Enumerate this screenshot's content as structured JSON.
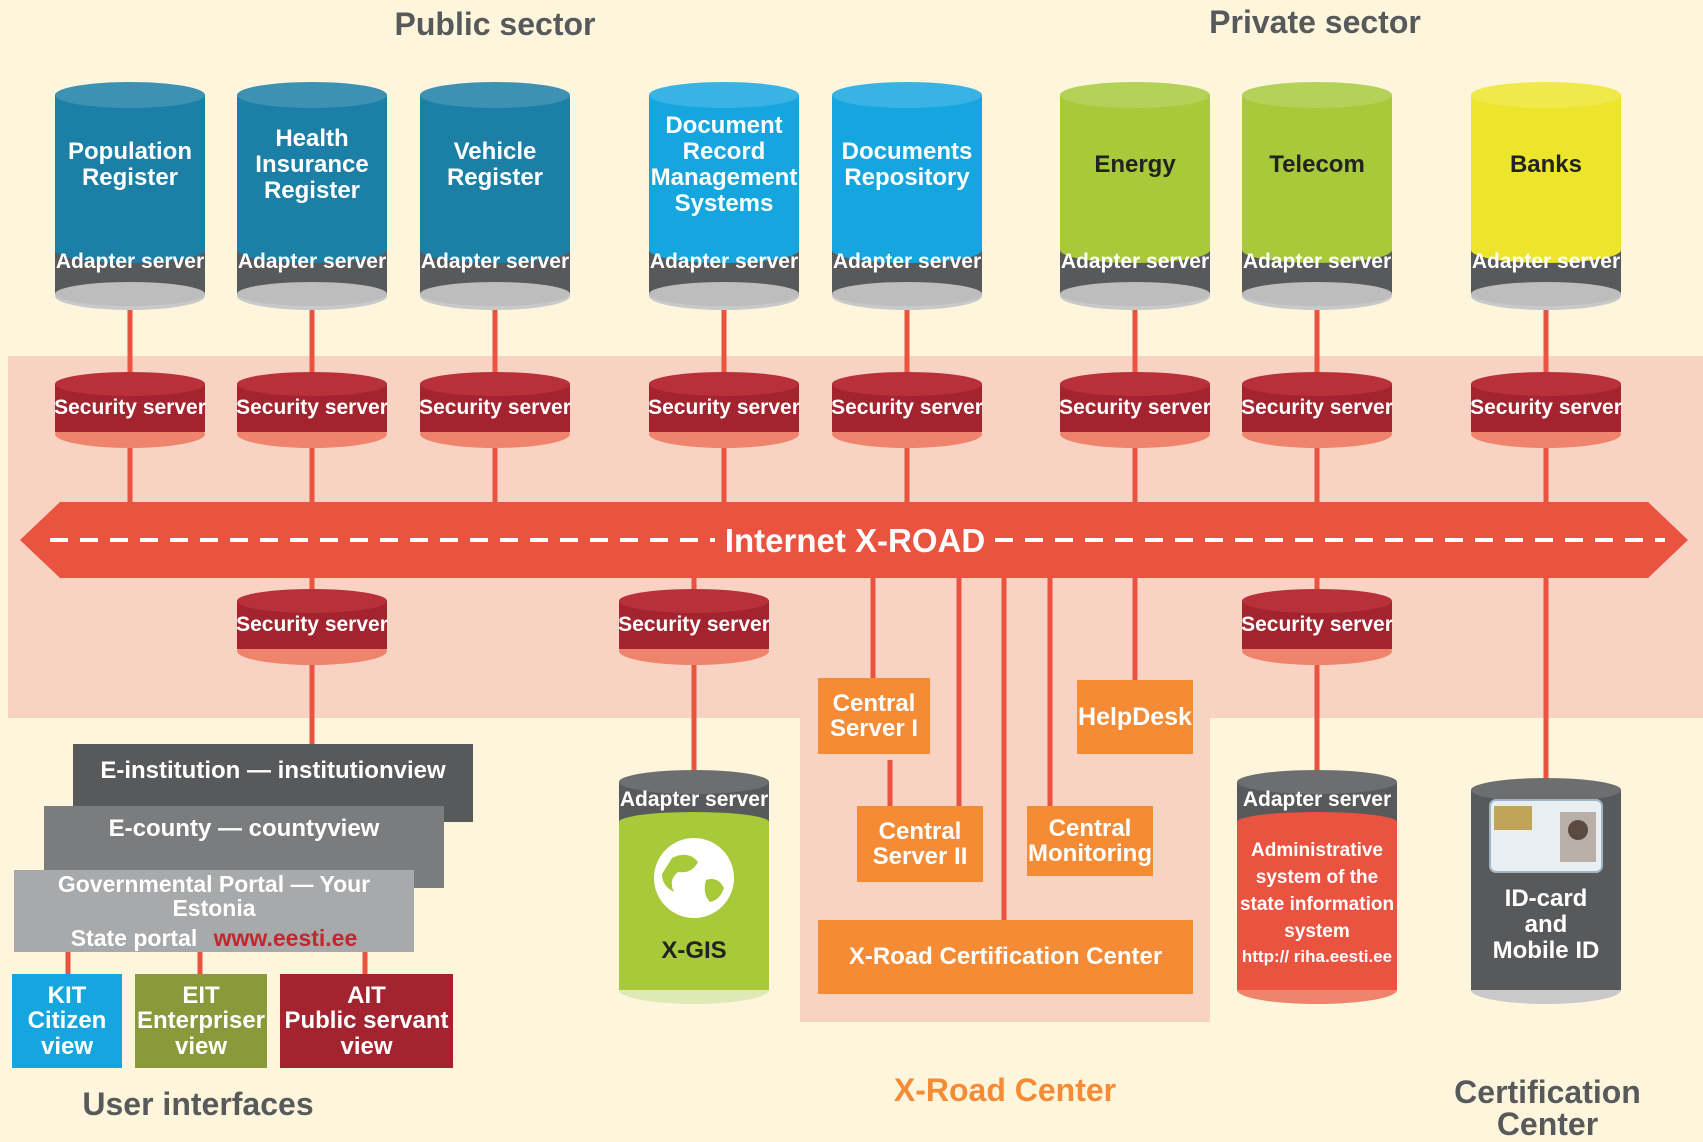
{
  "sections": {
    "public": "Public sector",
    "private": "Private sector",
    "user_interfaces": "User interfaces",
    "xroad_center": "X-Road Center",
    "cert_center": "Certification Center"
  },
  "colors": {
    "background": "#fdf6dc",
    "band": "#f8d3c4",
    "road": "#e9533f",
    "security": "#a3232f",
    "adapter": "#58595b",
    "public_db": "#1b7fa6",
    "doc_db": "#16a6df",
    "private_db": "#a7c93a",
    "banks_db": "#ece52c",
    "center_box": "#f58b35"
  },
  "adapter_label": "Adapter server",
  "security_label": "Security server",
  "road_label": "Internet X-ROAD",
  "databases": [
    {
      "lines": [
        "Population",
        "Register"
      ],
      "kind": "public"
    },
    {
      "lines": [
        "Health",
        "Insurance",
        "Register"
      ],
      "kind": "public"
    },
    {
      "lines": [
        "Vehicle",
        "Register"
      ],
      "kind": "public"
    },
    {
      "lines": [
        "Document",
        "Record",
        "Management",
        "Systems"
      ],
      "kind": "doc"
    },
    {
      "lines": [
        "Documents",
        "Repository"
      ],
      "kind": "doc"
    },
    {
      "lines": [
        "Energy"
      ],
      "kind": "private"
    },
    {
      "lines": [
        "Telecom"
      ],
      "kind": "private"
    },
    {
      "lines": [
        "Banks"
      ],
      "kind": "banks"
    }
  ],
  "portals": {
    "e_institution": "E-institution — institutionview",
    "e_county": "E-county — countyview",
    "gov_portal": "Governmental Portal — Your Estonia",
    "state_portal": "State portal",
    "state_portal_url": "www.eesti.ee"
  },
  "views": [
    {
      "abbr": "KIT",
      "lines": [
        "Citizen",
        "view"
      ]
    },
    {
      "abbr": "EIT",
      "lines": [
        "Enterpriser",
        "view"
      ]
    },
    {
      "abbr": "AIT",
      "lines": [
        "Public servant",
        "view"
      ]
    }
  ],
  "xgis": "X-GIS",
  "center": {
    "central_server_1": [
      "Central",
      "Server I"
    ],
    "central_server_2": [
      "Central",
      "Server II"
    ],
    "helpdesk": "HelpDesk",
    "central_monitoring": [
      "Central",
      "Monitoring"
    ],
    "certification": "X-Road Certification Center"
  },
  "riha": {
    "lines": [
      "Administrative",
      "system of the",
      "state information",
      "system"
    ],
    "url": "http:// riha.eesti.ee"
  },
  "idcard": [
    "ID-card",
    "and",
    "Mobile ID"
  ]
}
